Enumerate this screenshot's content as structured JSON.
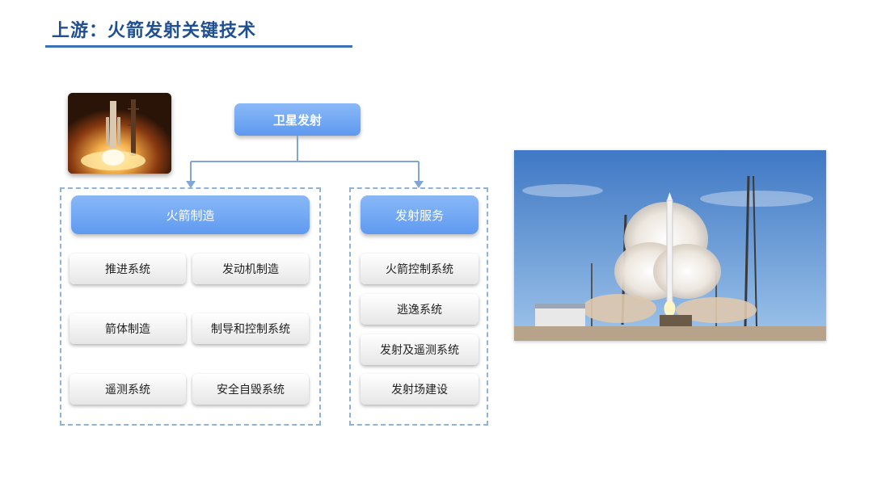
{
  "page": {
    "title": "上游：火箭发射关键技术"
  },
  "diagram": {
    "root": "卫星发射",
    "left_group": {
      "header": "火箭制造",
      "items": [
        "推进系统",
        "发动机制造",
        "箭体制造",
        "制导和控制系统",
        "遥测系统",
        "安全自毁系统"
      ]
    },
    "right_group": {
      "header": "发射服务",
      "items": [
        "火箭控制系统",
        "逃逸系统",
        "发射及遥测系统",
        "发射场建设"
      ]
    }
  },
  "colors": {
    "title": "#1f4f8f",
    "accent_blue": "#5f9af0",
    "dashed_border": "#8fb3d9",
    "connector": "#7fa6d6"
  }
}
